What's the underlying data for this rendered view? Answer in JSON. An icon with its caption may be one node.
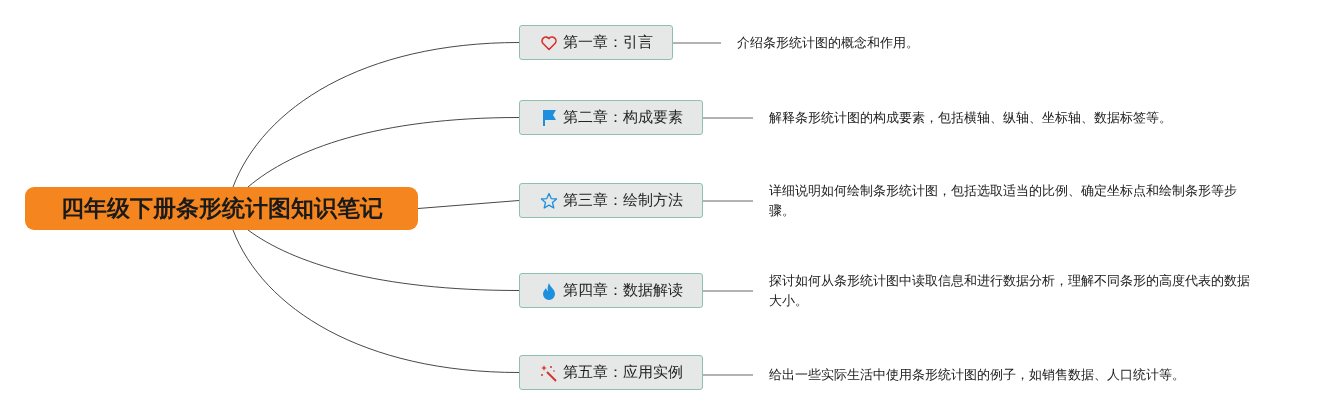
{
  "diagram": {
    "nodes": [
      {
        "text": [
          "四年级下册条形统计图知识笔记"
        ]
      },
      {
        "text": [
          "第一章：引言"
        ]
      },
      {
        "text": [
          "第二章：构成要素"
        ]
      },
      {
        "text": [
          "第三章：绘制方法"
        ]
      },
      {
        "text": [
          "第四章：数据解读"
        ]
      },
      {
        "text": [
          "第五章：应用实例"
        ]
      },
      {
        "text": [
          "介绍条形统计图的概念和作用。"
        ]
      },
      {
        "text": [
          "解释条形统计图的构成要素，包括横轴、纵轴、坐标轴、数据标签等。"
        ]
      },
      {
        "text": [
          "详细说明如何绘制条形统计图，包括选取适当的比例、确定坐标点和绘制条形等步骤。"
        ]
      },
      {
        "text": [
          "探讨如何从条形统计图中读取信息和进行数据分析，理解不同条形的高度代表的数据大小。"
        ]
      },
      {
        "text": [
          "给出一些实际生活中使用条形统计图的例子，如销售数据、人口统计等。"
        ]
      }
    ],
    "edges": [
      {
        "from": 0,
        "to": 1,
        "arrow": "none"
      },
      {
        "from": 0,
        "to": 2,
        "arrow": "none"
      },
      {
        "from": 0,
        "to": 3,
        "arrow": "none"
      },
      {
        "from": 0,
        "to": 4,
        "arrow": "none"
      },
      {
        "from": 0,
        "to": 5,
        "arrow": "none"
      },
      {
        "from": 1,
        "to": 6,
        "arrow": "none"
      },
      {
        "from": 2,
        "to": 7,
        "arrow": "none"
      },
      {
        "from": 3,
        "to": 8,
        "arrow": "none"
      },
      {
        "from": 4,
        "to": 9,
        "arrow": "none"
      },
      {
        "from": 5,
        "to": 10,
        "arrow": "none"
      }
    ]
  }
}
